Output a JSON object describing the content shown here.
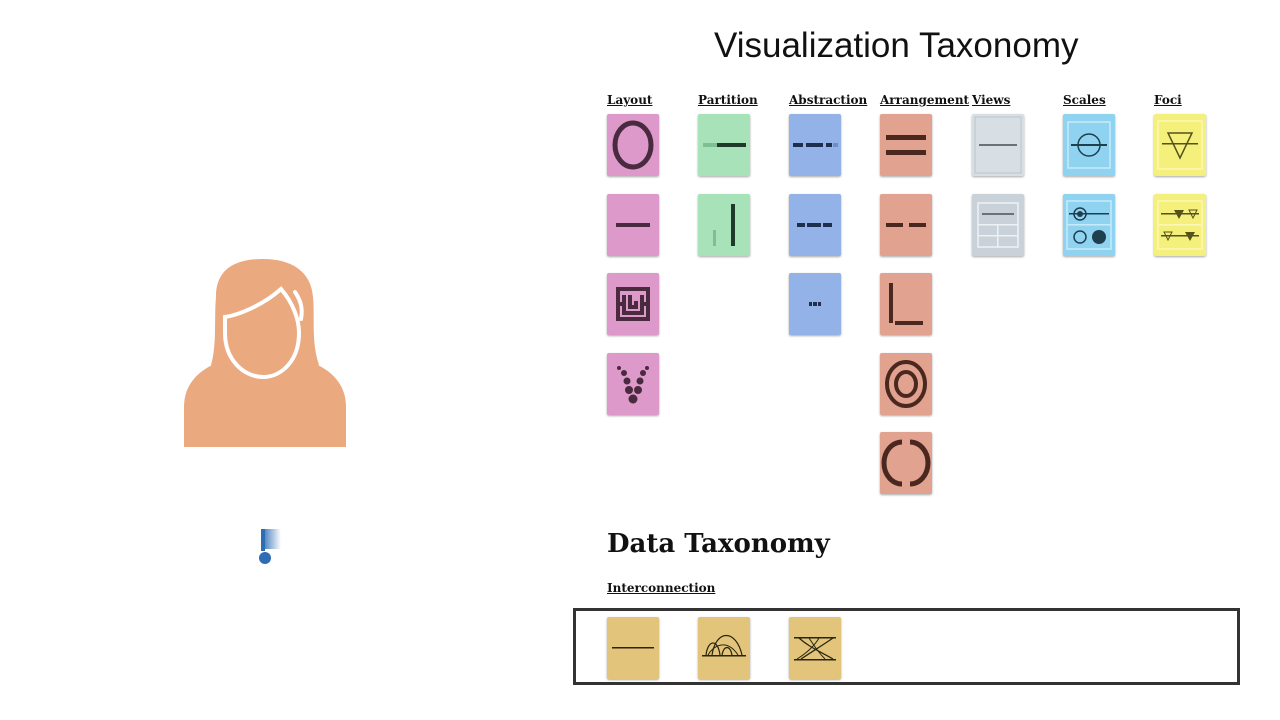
{
  "visualization_taxonomy": {
    "title": "Visualization Taxonomy",
    "columns": [
      "Layout",
      "Partition",
      "Abstraction",
      "Arrangement",
      "Views",
      "Scales",
      "Foci"
    ]
  },
  "data_taxonomy": {
    "title": "Data Taxonomy",
    "subheading": "Interconnection"
  },
  "colors": {
    "person": "#eaa97f",
    "layout": "#dd99c9",
    "partition": "#a7e2b9",
    "abstraction": "#93b2e8",
    "arrangement": "#e2a290",
    "views": "#d7dfe4",
    "scales": "#8fd3f0",
    "foci": "#f5f07c",
    "interconnection": "#e2c57a",
    "pin": "#2e6db4"
  },
  "icons": {
    "presenter": "user-avatar-icon",
    "pin": "pin-icon"
  }
}
